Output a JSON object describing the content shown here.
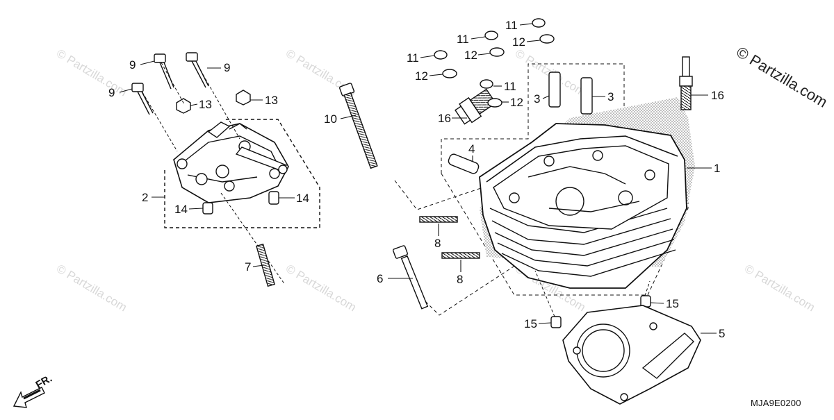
{
  "diagram": {
    "watermark": "© Partzilla.com",
    "diagram_code": "MJA9E0200",
    "direction_label": "FR.",
    "callouts": {
      "c1": "1",
      "c2": "2",
      "c3": "3",
      "c4": "4",
      "c5": "5",
      "c6": "6",
      "c7": "7",
      "c8": "8",
      "c9": "9",
      "c10": "10",
      "c11": "11",
      "c12": "12",
      "c13": "13",
      "c14": "14",
      "c15": "15",
      "c16": "16"
    }
  }
}
